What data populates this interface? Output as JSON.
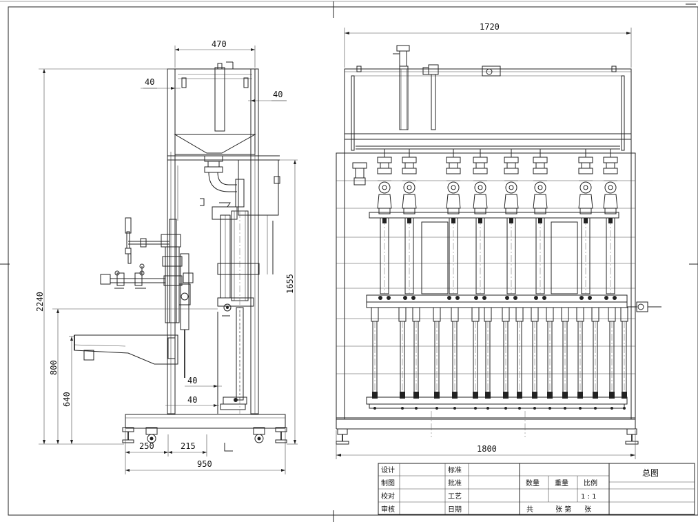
{
  "side_view": {
    "dims": {
      "top_width": "470",
      "top_left_40": "40",
      "top_right_40": "40",
      "total_height": "2240",
      "height_1655": "1655",
      "height_800": "800",
      "height_640": "640",
      "inner_40_a": "40",
      "inner_40_b": "40",
      "base_250": "250",
      "base_215": "215",
      "base_950": "950"
    }
  },
  "front_view": {
    "dims": {
      "top_width": "1720",
      "bottom_width": "1800"
    }
  },
  "title_block": {
    "rows": [
      {
        "label": "设计",
        "label2": "标准"
      },
      {
        "label": "制图",
        "label2": "批准"
      },
      {
        "label": "校对",
        "label2": "工艺"
      },
      {
        "label": "审核",
        "label2": "日期"
      }
    ],
    "qty_label": "数量",
    "weight_label": "重量",
    "scale_label": "比例",
    "scale_value": "1 : 1",
    "total_label": "共",
    "sheets_label": "张 第",
    "sheet_label": "张",
    "drawing_title": "总图"
  }
}
